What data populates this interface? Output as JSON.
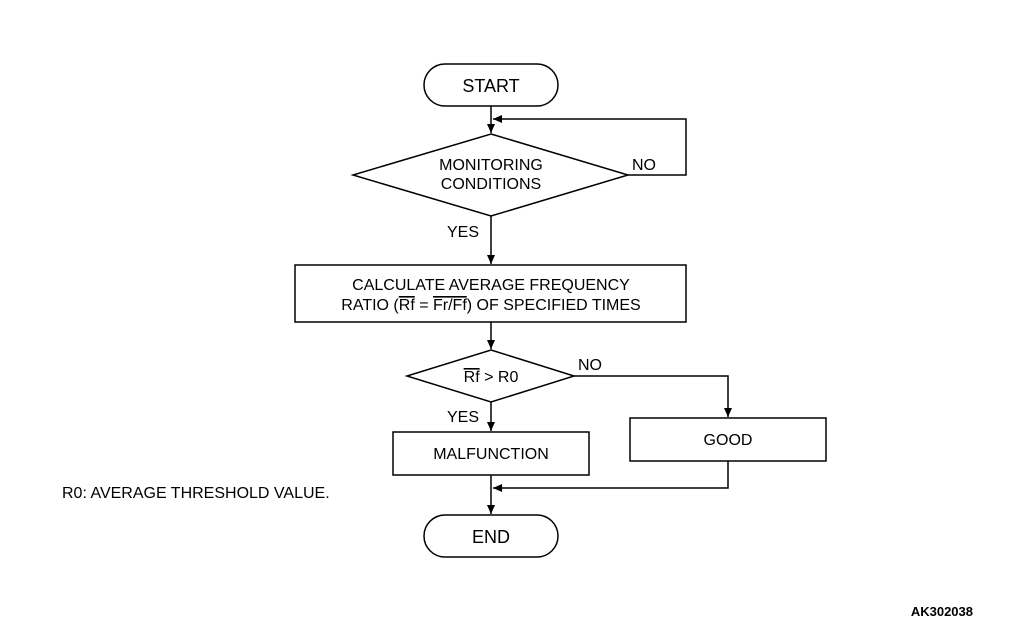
{
  "nodes": {
    "start": "START",
    "monitoring_line1": "MONITORING",
    "monitoring_line2": "CONDITIONS",
    "calc_line1": "CALCULATE AVERAGE FREQUENCY",
    "calc_line2_prefix": "RATIO (",
    "calc_line2_rf": "Rf",
    "calc_line2_eq": " = ",
    "calc_line2_frff": "Fr/Ff",
    "calc_line2_suffix": ") OF SPECIFIED TIMES",
    "compare_rf": "Rf",
    "compare_rest": " > R0",
    "malfunction": "MALFUNCTION",
    "good": "GOOD",
    "end": "END"
  },
  "edges": {
    "no_label_1": "NO",
    "yes_label_1": "YES",
    "no_label_2": "NO",
    "yes_label_2": "YES"
  },
  "note": "R0: AVERAGE THRESHOLD VALUE.",
  "figure_code": "AK302038"
}
